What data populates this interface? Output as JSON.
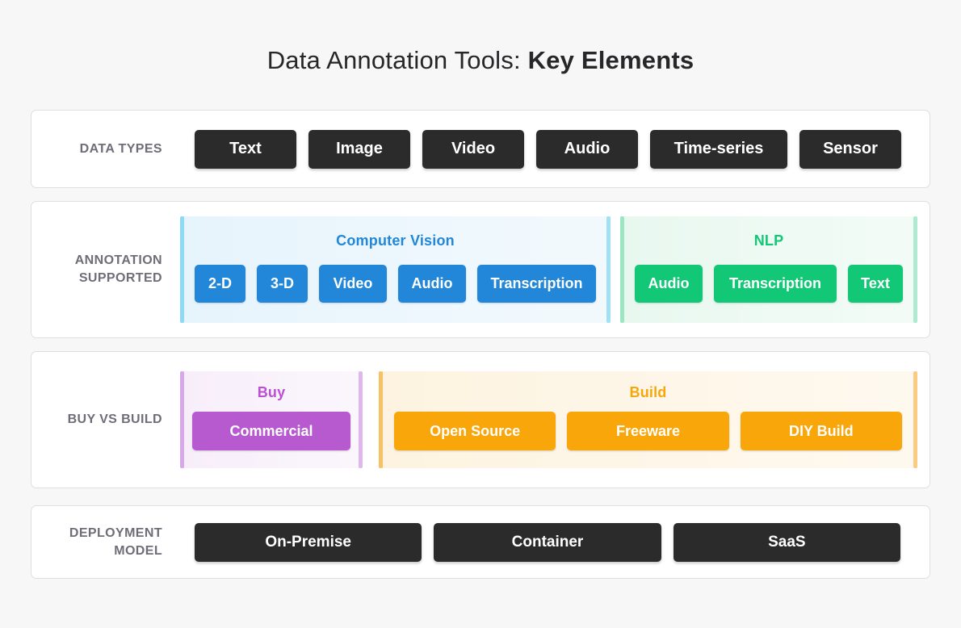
{
  "title": {
    "prefix": "Data Annotation Tools: ",
    "emphasis": "Key Elements"
  },
  "colors": {
    "dark": "#2b2b2b",
    "blue": "#2287d8",
    "green": "#12c876",
    "purple": "#b75ad0",
    "orange": "#f8a609",
    "label_gray": "#6e6e78",
    "page_bg": "#f7f7f8",
    "cv_bg": "#e6f4fc",
    "nlp_bg": "#e8f8ef",
    "buy_bg": "#f7eefa",
    "build_bg": "#fdf3e0",
    "cv_bar": "#8ed9f4",
    "nlp_bar": "#9ce6c4",
    "buy_bar": "#d9a8e9",
    "build_bar": "#f9c166",
    "cv_title": "#2287d8",
    "nlp_title": "#12c876",
    "buy_title": "#bb4fd6",
    "build_title": "#f8a70b"
  },
  "data_types": {
    "label": "DATA TYPES",
    "buttons": [
      "Text",
      "Image",
      "Video",
      "Audio",
      "Time-series",
      "Sensor"
    ]
  },
  "annotation_supported": {
    "label": "ANNOTATION SUPPORTED",
    "computer_vision": {
      "title": "Computer Vision",
      "buttons": [
        "2-D",
        "3-D",
        "Video",
        "Audio",
        "Transcription"
      ]
    },
    "nlp": {
      "title": "NLP",
      "buttons": [
        "Audio",
        "Transcription",
        "Text"
      ]
    }
  },
  "buy_vs_build": {
    "label": "BUY VS BUILD",
    "buy": {
      "title": "Buy",
      "buttons": [
        "Commercial"
      ]
    },
    "build": {
      "title": "Build",
      "buttons": [
        "Open Source",
        "Freeware",
        "DIY Build"
      ]
    }
  },
  "deployment_model": {
    "label": "DEPLOYMENT MODEL",
    "buttons": [
      "On-Premise",
      "Container",
      "SaaS"
    ]
  }
}
